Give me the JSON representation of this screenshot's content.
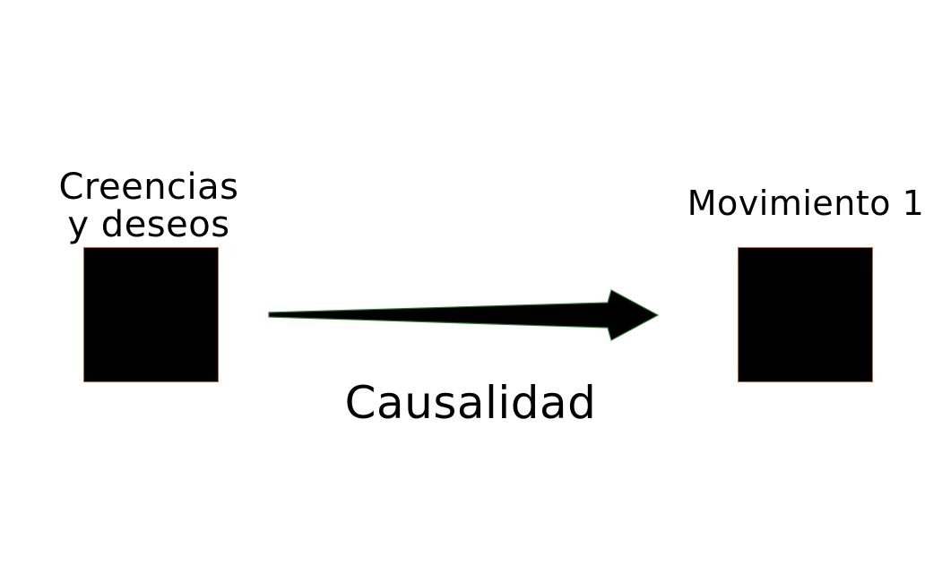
{
  "nodes": {
    "source": {
      "label_line1": "Creencias",
      "label_line2": "y deseos"
    },
    "target": {
      "label": "Movimiento 1"
    }
  },
  "edge": {
    "label": "Causalidad"
  },
  "colors": {
    "box_fill": "#000000",
    "arrow_fill": "#000000",
    "background": "#ffffff"
  }
}
